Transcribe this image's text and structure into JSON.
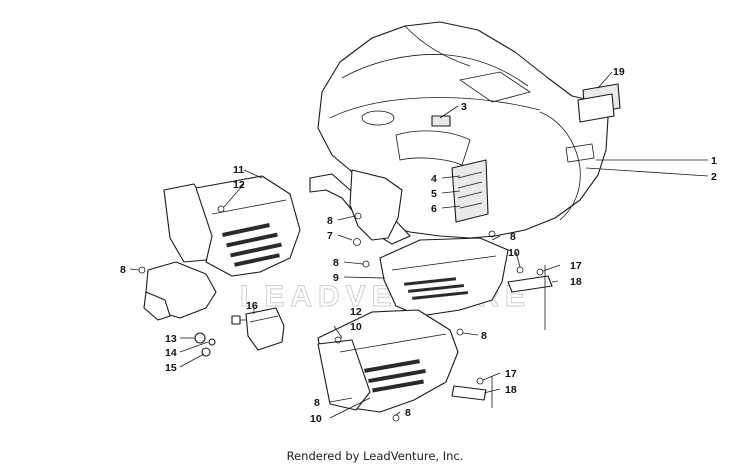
{
  "callouts": {
    "c1": "1",
    "c2": "2",
    "c3": "3",
    "c4": "4",
    "c5": "5",
    "c6": "6",
    "c7": "7",
    "c8a": "8",
    "c8b": "8",
    "c8c": "8",
    "c8d": "8",
    "c8e": "8",
    "c8f": "8",
    "c8g": "8",
    "c9": "9",
    "c10a": "10",
    "c10b": "10",
    "c10c": "10",
    "c11": "11",
    "c12a": "12",
    "c12b": "12",
    "c13": "13",
    "c14": "14",
    "c15": "15",
    "c16": "16",
    "c17a": "17",
    "c17b": "17",
    "c18a": "18",
    "c18b": "18",
    "c19": "19"
  },
  "watermark": "LEADVENTURE",
  "footer": "Rendered by LeadVenture, Inc."
}
